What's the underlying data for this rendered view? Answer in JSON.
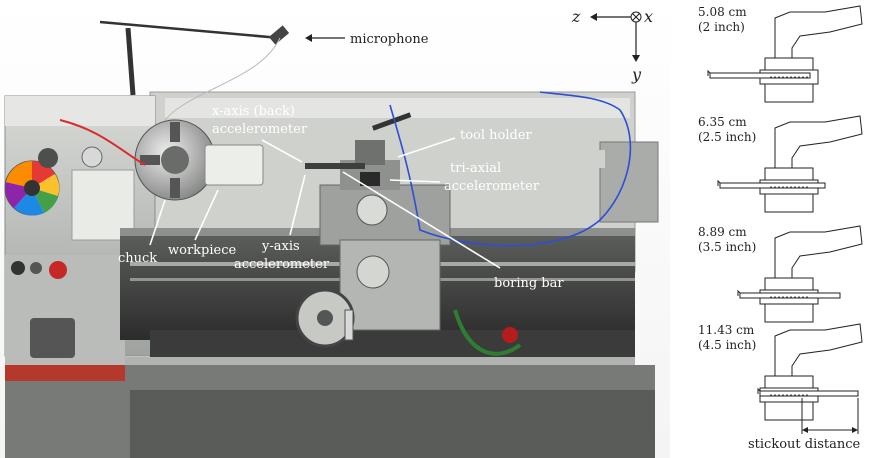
{
  "photo": {
    "axes": {
      "z": "z",
      "x": "x",
      "y": "y"
    },
    "labels": {
      "microphone": "microphone",
      "x_axis_line1": "x-axis (back)",
      "x_axis_line2": "accelerometer",
      "tool_holder": "tool holder",
      "triaxial_line1": "tri-axial",
      "triaxial_line2": "accelerometer",
      "chuck": "chuck",
      "workpiece": "workpiece",
      "y_axis_line1": "y-axis",
      "y_axis_line2": "accelerometer",
      "boring_bar": "boring bar"
    }
  },
  "diagram": {
    "configs": [
      {
        "cm": "5.08 cm",
        "inch": "(2 inch)"
      },
      {
        "cm": "6.35 cm",
        "inch": "(2.5 inch)"
      },
      {
        "cm": "8.89 cm",
        "inch": "(3.5 inch)"
      },
      {
        "cm": "11.43 cm",
        "inch": "(4.5 inch)"
      }
    ],
    "stickout_label": "stickout distance"
  },
  "colors": {
    "lathe_body": "#c9ccc8",
    "floor_dark": "#2c2c2c",
    "red_trim": "#b5382d",
    "blue_wire": "#2c4fd6",
    "red_wire": "#d92c2c"
  }
}
